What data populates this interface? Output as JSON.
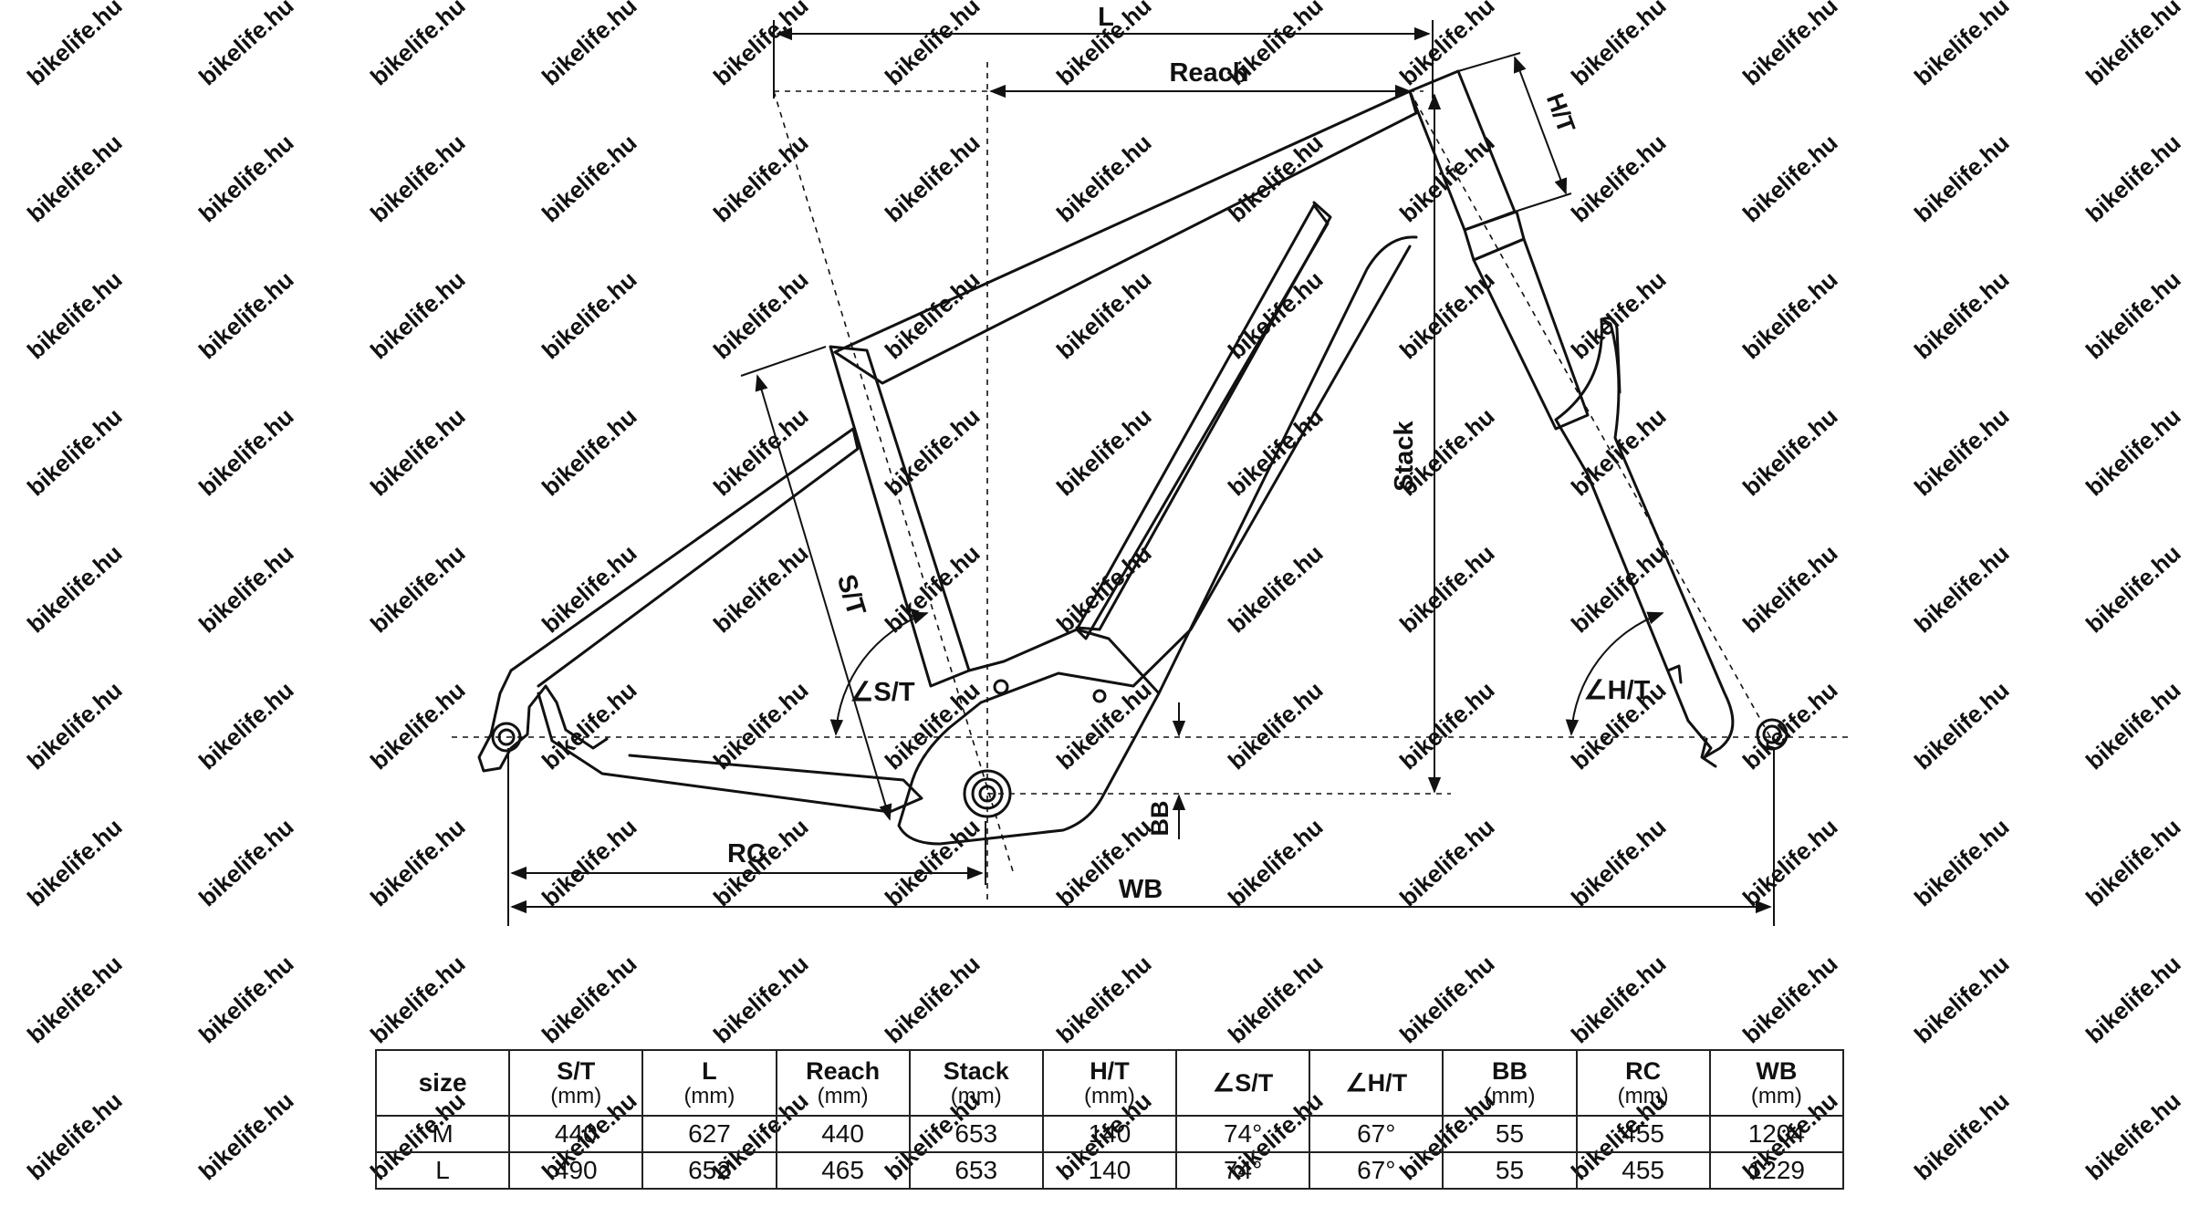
{
  "diagram": {
    "labels": {
      "L": "L",
      "reach": "Reach",
      "ht": "H/T",
      "stack": "Stack",
      "st": "S/T",
      "st_angle": "∠S/T",
      "ht_angle": "∠H/T",
      "bb": "BB",
      "rc": "RC",
      "wb": "WB"
    },
    "watermark": "bikelife.hu",
    "colors": {
      "line": "#111111",
      "watermark": "#cfcfcf"
    }
  },
  "table": {
    "columns": [
      {
        "label": "size",
        "unit": ""
      },
      {
        "label": "S/T",
        "unit": "(mm)"
      },
      {
        "label": "L",
        "unit": "(mm)"
      },
      {
        "label": "Reach",
        "unit": "(mm)"
      },
      {
        "label": "Stack",
        "unit": "(mm)"
      },
      {
        "label": "H/T",
        "unit": "(mm)"
      },
      {
        "label": "∠S/T",
        "unit": ""
      },
      {
        "label": "∠H/T",
        "unit": ""
      },
      {
        "label": "BB",
        "unit": "(mm)"
      },
      {
        "label": "RC",
        "unit": "(mm)"
      },
      {
        "label": "WB",
        "unit": "(mm)"
      }
    ],
    "rows": [
      [
        "M",
        "440",
        "627",
        "440",
        "653",
        "140",
        "74°",
        "67°",
        "55",
        "455",
        "1204"
      ],
      [
        "L",
        "490",
        "652",
        "465",
        "653",
        "140",
        "74°",
        "67°",
        "55",
        "455",
        "1229"
      ]
    ]
  }
}
